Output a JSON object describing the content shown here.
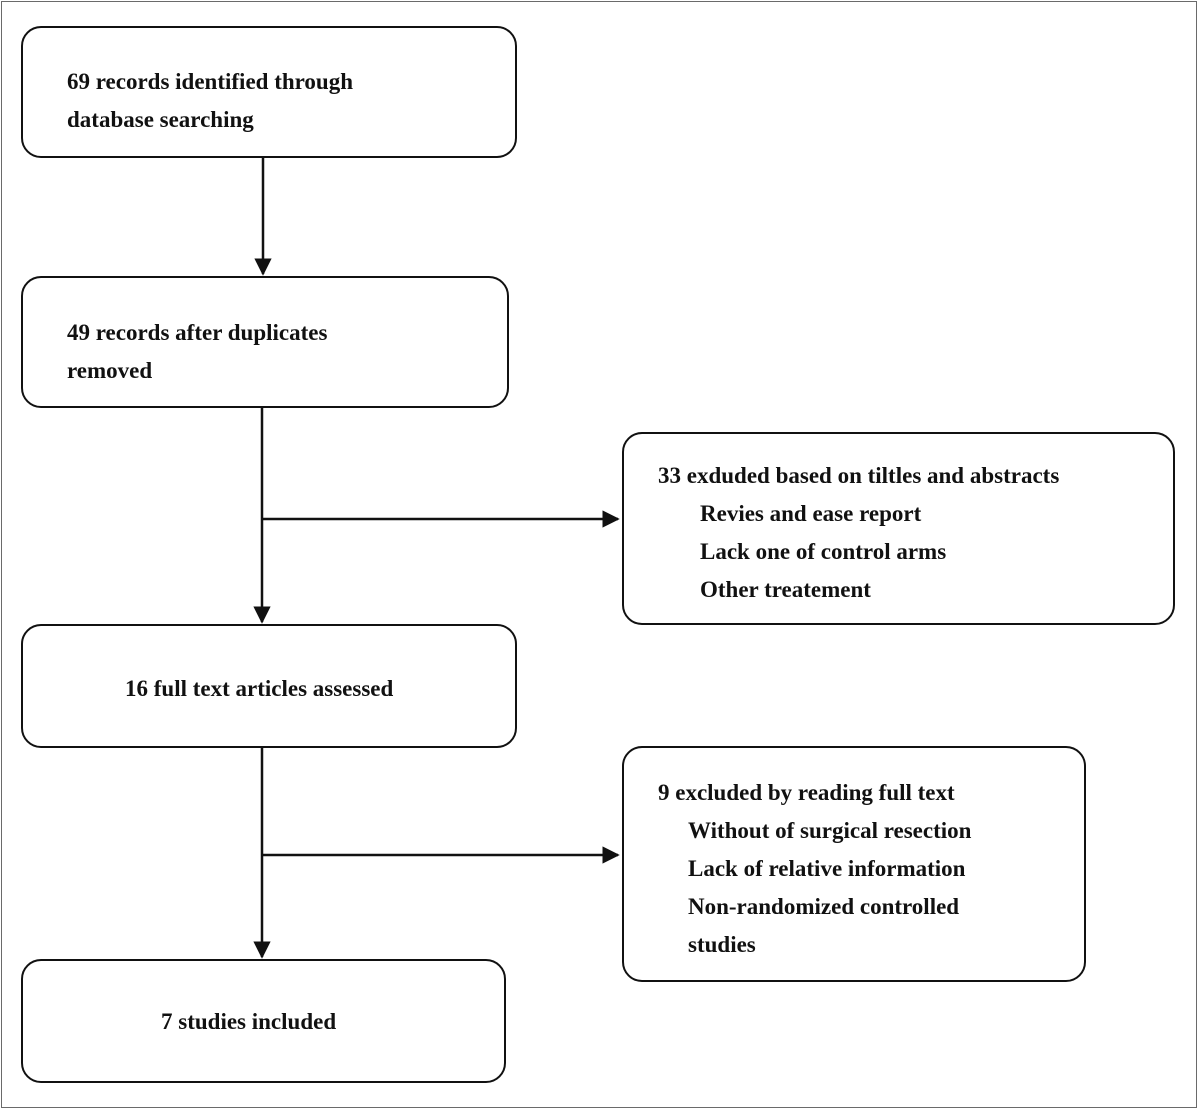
{
  "flow": {
    "identified": {
      "line1": "69 records identified through",
      "line2": "database searching"
    },
    "deduplicated": {
      "line1": "49 records after duplicates",
      "line2": "removed"
    },
    "screen_exclusion": {
      "title": "33 exduded based on tiltles and abstracts",
      "reasons": [
        "Revies and ease report",
        "Lack one of control arms",
        "Other treatement"
      ]
    },
    "assessed": {
      "label": "16 full text articles assessed"
    },
    "fulltext_exclusion": {
      "title": "9 excluded by reading full text",
      "reasons": [
        "Without of surgical resection",
        "Lack of relative information",
        "Non-randomized controlled",
        "studies"
      ]
    },
    "included": {
      "label": "7 studies included"
    }
  }
}
